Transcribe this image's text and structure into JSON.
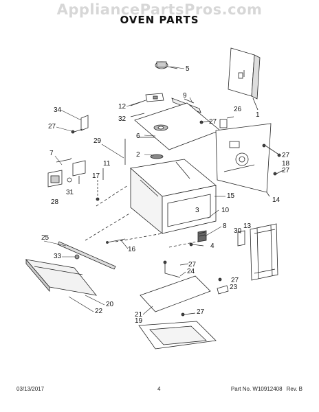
{
  "watermark": "AppliancePartsPros.com",
  "title": "OVEN PARTS",
  "callouts": [
    "1",
    "2",
    "3",
    "4",
    "5",
    "6",
    "7",
    "8",
    "9",
    "10",
    "11",
    "12",
    "13",
    "14",
    "15",
    "16",
    "17",
    "18",
    "19",
    "20",
    "21",
    "22",
    "23",
    "24",
    "25",
    "26",
    "27",
    "28",
    "29",
    "30",
    "31",
    "32",
    "33",
    "34"
  ],
  "footer": {
    "date": "03/13/2017",
    "page": "4",
    "part_no": "Part No. W10912408",
    "rev": "Rev. B"
  }
}
